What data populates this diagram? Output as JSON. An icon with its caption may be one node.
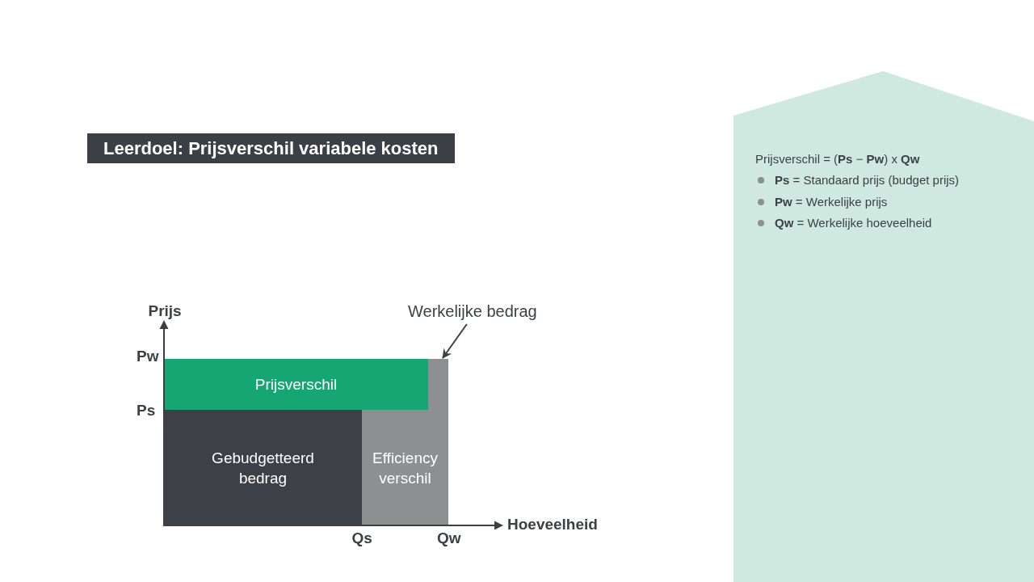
{
  "diagram": {
    "title": "Leerdoel: Prijsverschil variabele kosten",
    "nodes": [
      {
        "text": [
          "Prijsverschil = (**Ps** − **Pw**) x **Qw**",
          "**Ps** = Standaard prijs (budget prijs)",
          "**Pw** = Werkelijke prijs",
          "**Qw** = Werkelijke hoeveelheid"
        ]
      },
      {
        "text": [
          "Werkelijke bedrag"
        ]
      },
      {
        "text": [
          "Prijsverschil"
        ]
      },
      {
        "text": [],
        "shape": "box"
      },
      {
        "text": [
          "Gebudgetteerd bedrag"
        ]
      },
      {
        "text": [
          "Efficiency verschil"
        ]
      }
    ],
    "edges": [
      {
        "from": 1,
        "to": 3,
        "arrow": "to"
      }
    ],
    "labels": [
      "Prijs",
      "Pw",
      "Ps",
      "Hoeveelheid",
      "Qs",
      "Qw"
    ]
  }
}
